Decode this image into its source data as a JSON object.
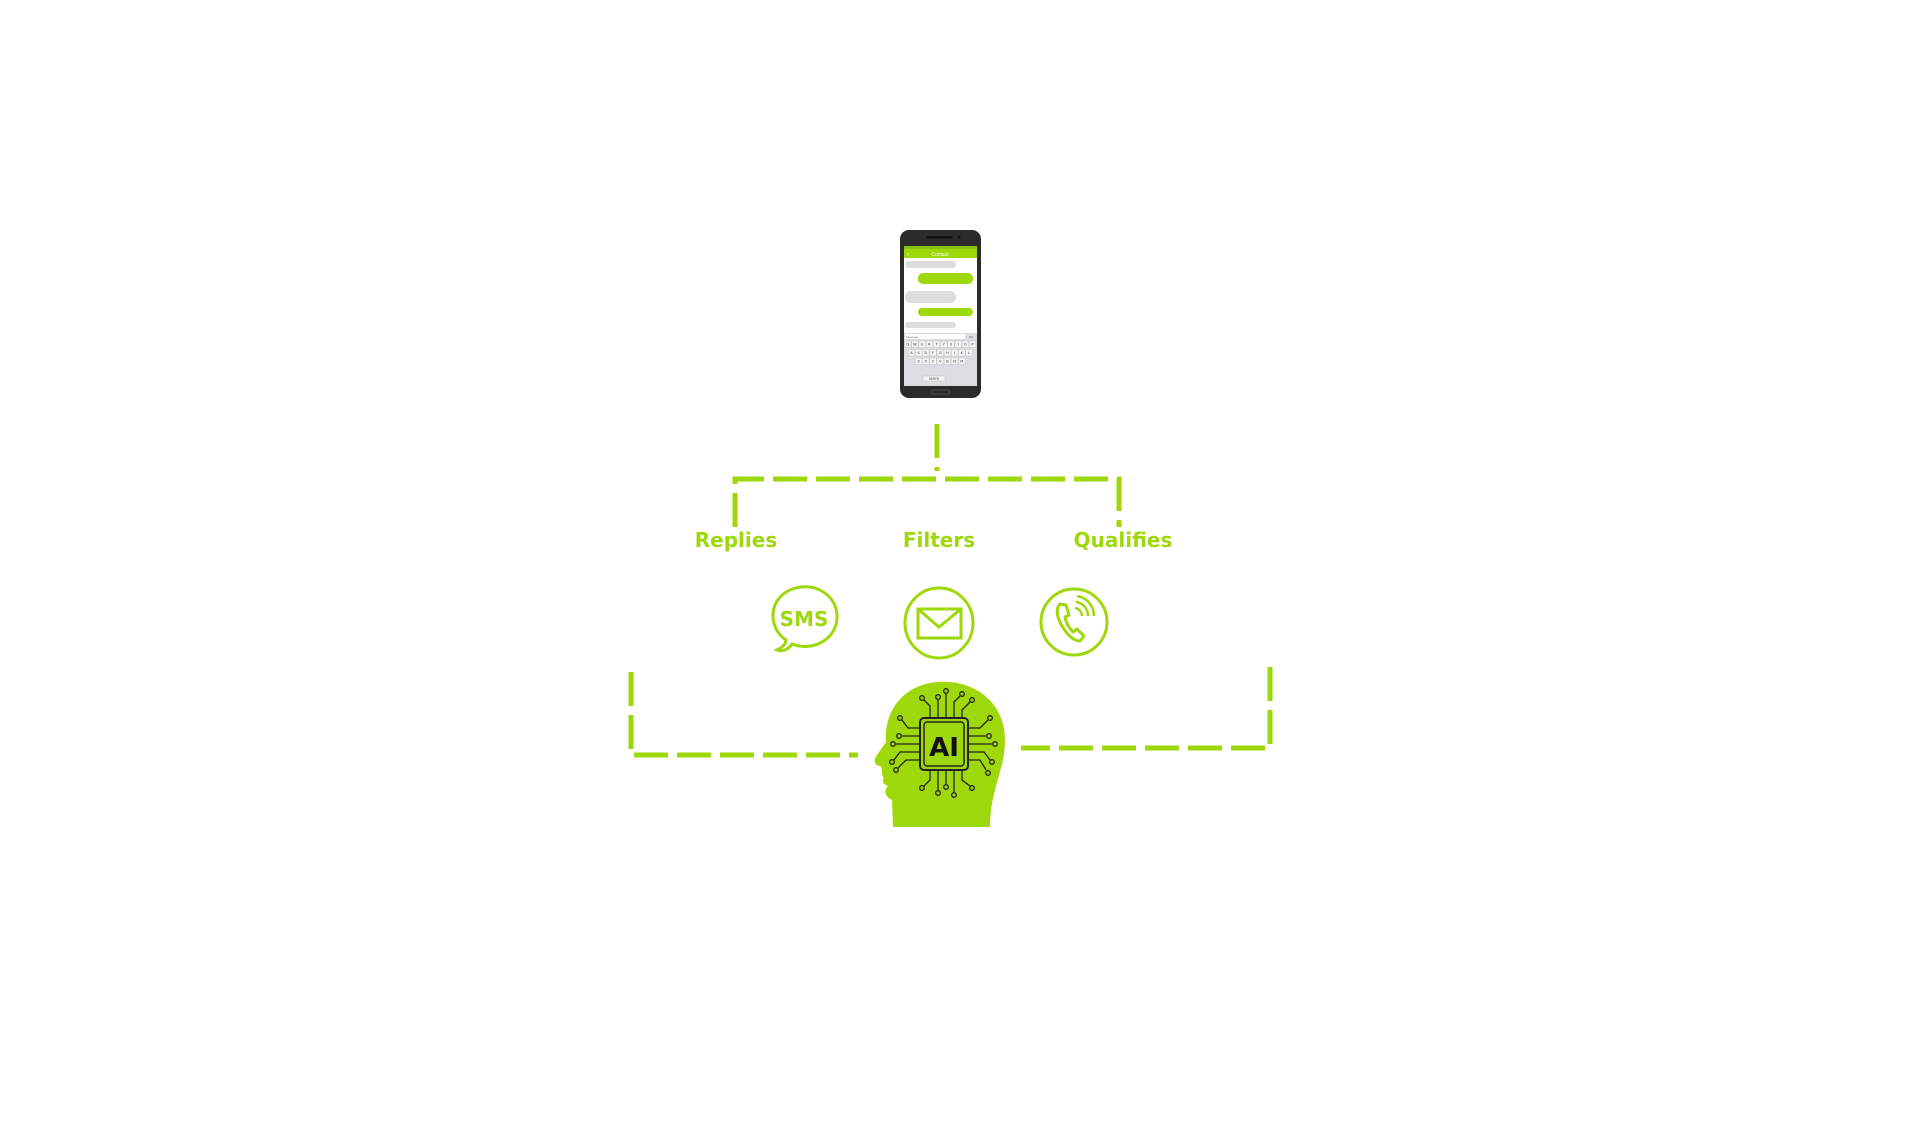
{
  "phone": {
    "header_title": "Contact",
    "input_placeholder": "Message...",
    "send_label": "OK",
    "keyboard_rows": [
      [
        "Q",
        "W",
        "E",
        "R",
        "T",
        "Y",
        "U",
        "I",
        "O",
        "P"
      ],
      [
        "A",
        "S",
        "D",
        "F",
        "G",
        "H",
        "J",
        "K",
        "L"
      ],
      [
        "Z",
        "X",
        "C",
        "V",
        "B",
        "N",
        "M"
      ]
    ],
    "space_label": "space"
  },
  "labels": {
    "replies": "Replies",
    "filters": "Filters",
    "qualifies": "Qualifies"
  },
  "icons": {
    "sms_text": "SMS",
    "chip_text": "AI"
  },
  "colors": {
    "accent": "#9fd80a",
    "phone_body": "#2b2b2b",
    "circuit": "#222222"
  }
}
